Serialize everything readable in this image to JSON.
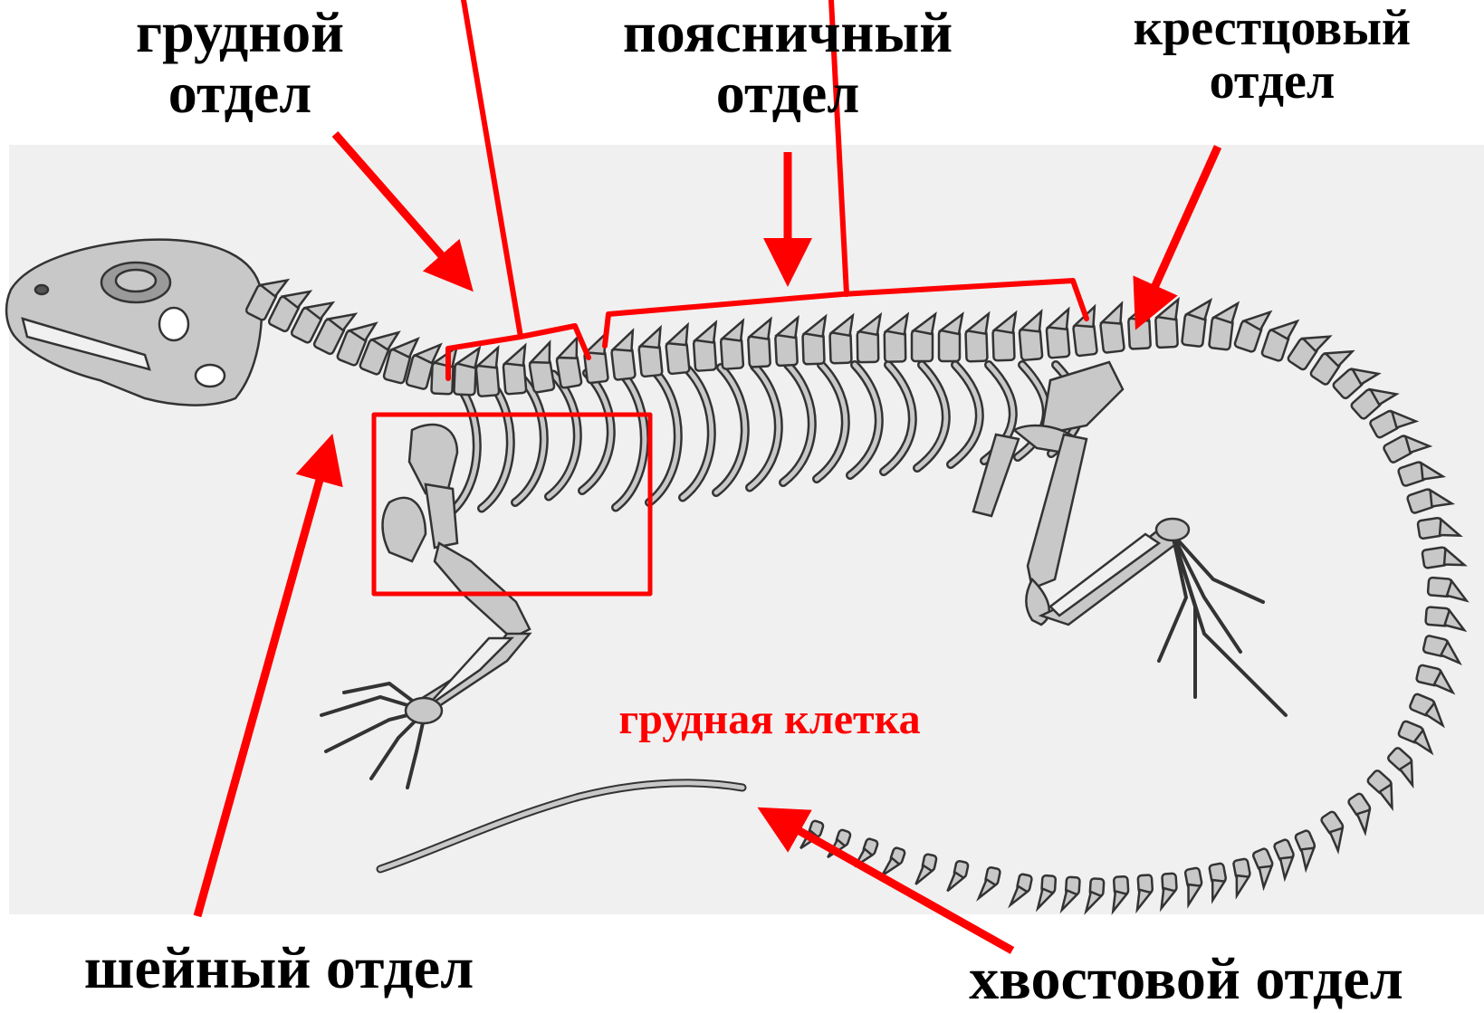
{
  "labels": {
    "thoracic": [
      "грудной",
      "отдел"
    ],
    "lumbar": [
      "поясничный",
      "отдел"
    ],
    "sacral": [
      "крестцовый",
      "отдел"
    ],
    "cervical": "шейный отдел",
    "caudal": "хвостовой отдел",
    "ribcage": "грудная клетка"
  },
  "colors": {
    "annotation": "#ff0000",
    "bone_fill": "#c8c8c8",
    "bone_stroke": "#333333",
    "background_panel": "#f0f0f0",
    "text": "#000000"
  }
}
